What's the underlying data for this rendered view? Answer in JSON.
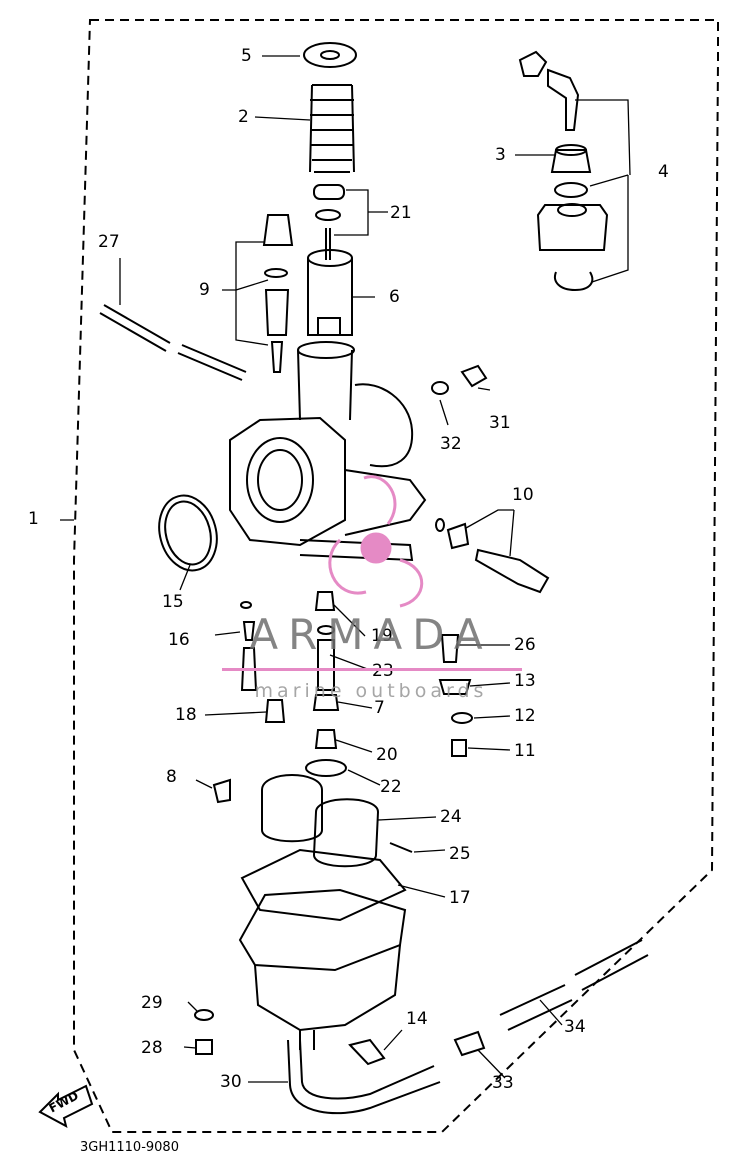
{
  "diagram": {
    "labels": [
      "5",
      "2",
      "3",
      "4",
      "21",
      "27",
      "9",
      "6",
      "31",
      "32",
      "10",
      "15",
      "16",
      "19",
      "26",
      "23",
      "13",
      "18",
      "7",
      "12",
      "20",
      "11",
      "8",
      "22",
      "24",
      "25",
      "17",
      "29",
      "14",
      "34",
      "28",
      "33",
      "30"
    ],
    "main_assembly_label": "1",
    "drawing_code": "3GH1110-9080",
    "fwd_label": "FWD"
  },
  "watermark": {
    "brand": "ARMADA",
    "tagline": "marine outboards",
    "color": "#e58ac5"
  }
}
